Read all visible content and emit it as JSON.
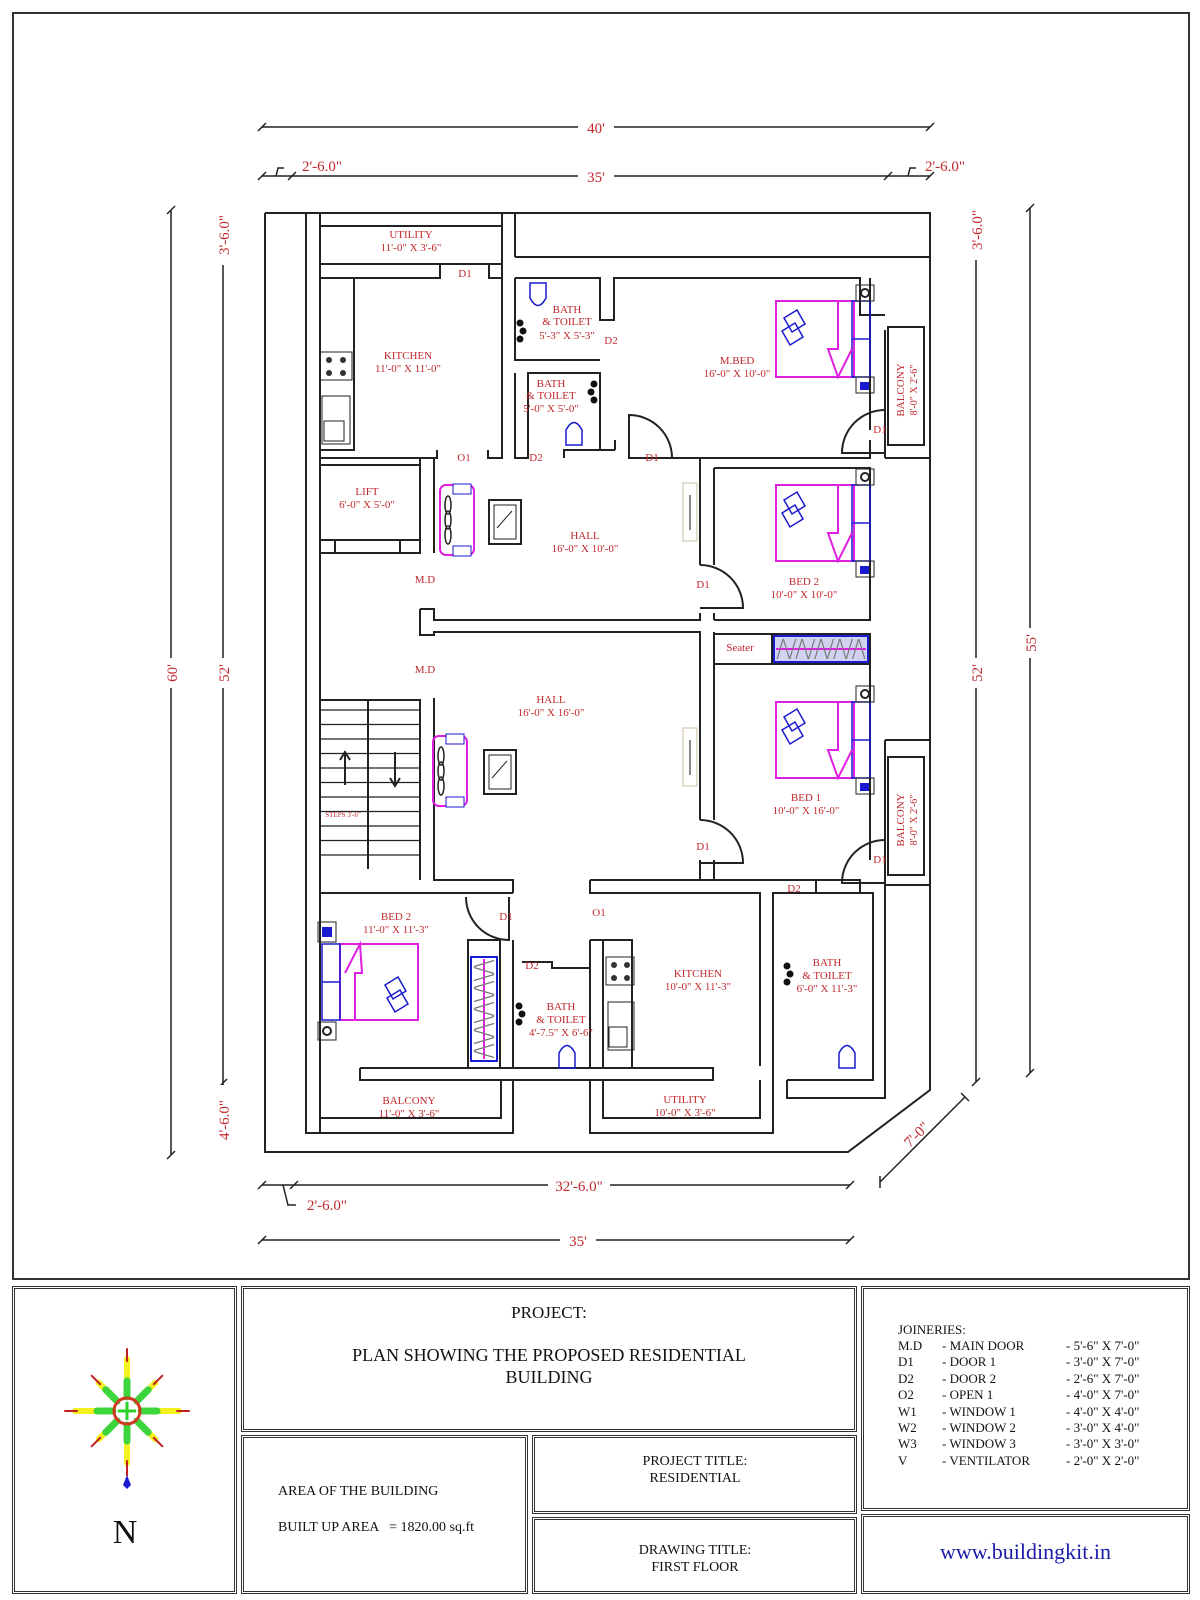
{
  "drawing": {
    "dimensions": {
      "overall_width_top": "40'",
      "inner_width_top": "35'",
      "left_offset_top": "2'-6.0\"",
      "right_offset_top": "2'-6.0\"",
      "overall_height_left": "60'",
      "inner_height_left": "52'",
      "top_offset_left": "3'-6.0\"",
      "bottom_offset_left": "4'-6.0\"",
      "top_offset_right": "3'-6.0\"",
      "inner_height_right": "52'",
      "overall_height_right": "55'",
      "chamfer": "7'-0\"",
      "bottom_inner_width": "32'-6.0\"",
      "bottom_left_offset": "2'-6.0\"",
      "bottom_overall_width": "35'"
    },
    "rooms": {
      "utility_top": {
        "name": "UTILITY",
        "size": "11'-0\" X 3'-6\""
      },
      "kitchen_top": {
        "name": "KITCHEN",
        "size": "11'-0\" X 11'-0\""
      },
      "bath1": {
        "name1": "BATH",
        "name2": "& TOILET",
        "size": "5'-3\" X 5'-3\""
      },
      "bath2": {
        "name1": "BATH",
        "name2": "& TOILET",
        "size": "5'-0\" X 5'-0\""
      },
      "mbed": {
        "name": "M.BED",
        "size": "16'-0\" X 10'-0\""
      },
      "balcony_right_top": {
        "name": "BALCONY",
        "size": "8'-0\" X 2'-6\""
      },
      "lift": {
        "name": "LIFT",
        "size": "6'-0\" X 5'-0\""
      },
      "hall_top": {
        "name": "HALL",
        "size": "16'-0\" X  10'-0\""
      },
      "bed2_top": {
        "name": "BED 2",
        "size": "10'-0\" X 10'-0\""
      },
      "seater": {
        "name": "Seater"
      },
      "hall_bottom": {
        "name": "HALL",
        "size": "16'-0\" X  16'-0\""
      },
      "bed1": {
        "name": "BED 1",
        "size": "10'-0\" X 16'-0\""
      },
      "balcony_right_bottom": {
        "name": "BALCONY",
        "size": "8'-0\" X 2'-6\""
      },
      "steps": {
        "name": "STEPS 3'-6\""
      },
      "bed2_bottom": {
        "name": "BED 2",
        "size": "11'-0\" X 11'-3\""
      },
      "bath3": {
        "name1": "BATH",
        "name2": "& TOILET",
        "size": "4'-7.5\" X 6'-6\""
      },
      "kitchen_bottom": {
        "name": "KITCHEN",
        "size": "10'-0\" X 11'-3\""
      },
      "bath4": {
        "name1": "BATH",
        "name2": "& TOILET",
        "size": "6'-0\" X 11'-3\""
      },
      "balcony_bottom": {
        "name": "BALCONY",
        "size": "11'-0\" X 3'-6\""
      },
      "utility_bottom": {
        "name": "UTILITY",
        "size": "10'-0\" X 3'-6\""
      }
    },
    "openings": {
      "d1": "D1",
      "d2": "D2",
      "o1": "O1",
      "md": "M.D"
    }
  },
  "title_block": {
    "compass_label": "N",
    "project_heading": "PROJECT:",
    "project_line1": "PLAN SHOWING THE PROPOSED RESIDENTIAL",
    "project_line2": "BUILDING",
    "area_heading": "AREA OF THE BUILDING",
    "built_up_area": "BUILT UP AREA   = 1820.00 sq.ft",
    "project_title_label": "PROJECT TITLE:",
    "project_title_value": "RESIDENTIAL",
    "drawing_title_label": "DRAWING TITLE:",
    "drawing_title_value": "FIRST FLOOR",
    "joineries_heading": "JOINERIES:",
    "joineries": [
      {
        "code": "M.D",
        "name": "- MAIN DOOR",
        "size": "- 5'-6\" X 7'-0\""
      },
      {
        "code": "D1",
        "name": "- DOOR 1",
        "size": "- 3'-0\" X 7'-0\""
      },
      {
        "code": "D2",
        "name": "- DOOR 2",
        "size": "- 2'-6\" X 7'-0\""
      },
      {
        "code": "O2",
        "name": "- OPEN 1",
        "size": "- 4'-0\" X 7'-0\""
      },
      {
        "code": "W1",
        "name": "- WINDOW 1",
        "size": "- 4'-0\" X 4'-0\""
      },
      {
        "code": "W2",
        "name": "- WINDOW 2",
        "size": "- 3'-0\" X 4'-0\""
      },
      {
        "code": "W3",
        "name": "- WINDOW 3",
        "size": "- 3'-0\" X 3'-0\""
      },
      {
        "code": "V",
        "name": "- VENTILATOR",
        "size": "- 2'-0\" X 2'-0\""
      }
    ],
    "website": "www.buildingkit.in"
  },
  "colors": {
    "label_red": "#c0282d",
    "wall": "#222222",
    "furniture_blue": "#1a1ad0",
    "furniture_magenta": "#e020e0",
    "website_blue": "#1c1ca8"
  }
}
